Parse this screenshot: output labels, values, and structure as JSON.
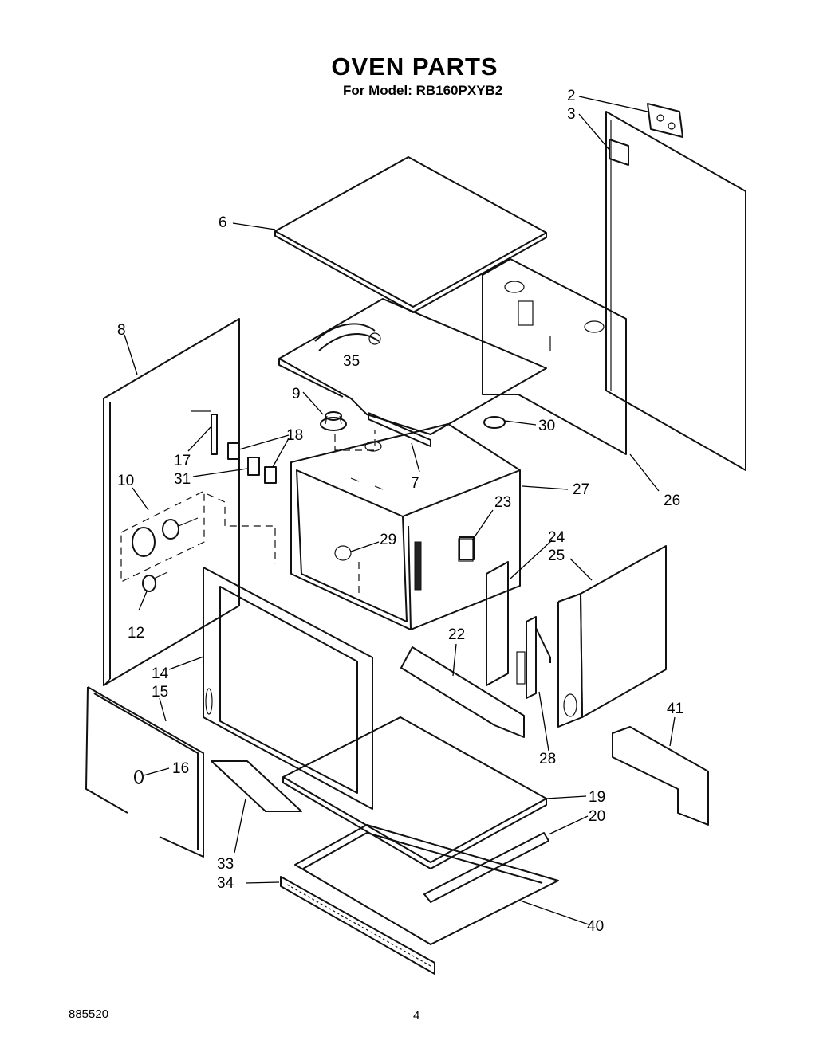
{
  "header": {
    "title": "OVEN PARTS",
    "subtitle": "For Model: RB160PXYB2"
  },
  "footer": {
    "document_number": "885520",
    "page_number": "4"
  },
  "callouts": {
    "c2": "2",
    "c3": "3",
    "c6": "6",
    "c7": "7",
    "c8": "8",
    "c9": "9",
    "c10": "10",
    "c12": "12",
    "c14": "14",
    "c15": "15",
    "c16": "16",
    "c17": "17",
    "c18": "18",
    "c19": "19",
    "c20": "20",
    "c22": "22",
    "c23": "23",
    "c24": "24",
    "c25": "25",
    "c26": "26",
    "c27": "27",
    "c28": "28",
    "c29": "29",
    "c30": "30",
    "c31": "31",
    "c33": "33",
    "c34": "34",
    "c35": "35",
    "c40": "40",
    "c41": "41"
  }
}
